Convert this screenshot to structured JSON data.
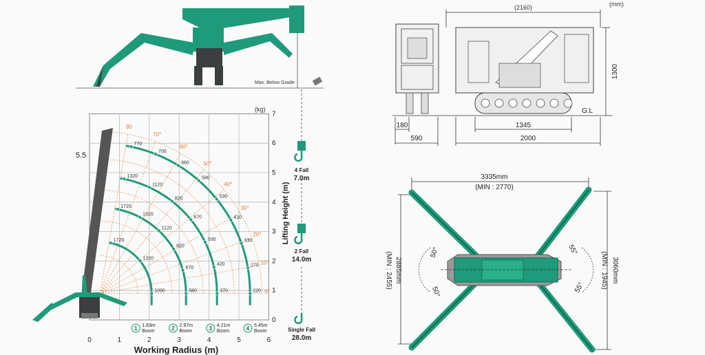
{
  "colors": {
    "crane": "#1f9a7a",
    "angle": "#e39257",
    "dark": "#3b3f3f"
  },
  "top_view_label": "Max. Below Grade",
  "chart": {
    "unit_kg": "(kg)",
    "boom_tip_height": "5.5",
    "x_title": "Working Radius (m)",
    "y_title": "Lifting Height (m)",
    "x_ticks": [
      "0",
      "1",
      "2",
      "3",
      "4",
      "5",
      "6"
    ],
    "y_ticks": [
      "0",
      "1",
      "2",
      "3",
      "4",
      "5",
      "6",
      "7"
    ],
    "angle_labels": [
      "0°",
      "10°",
      "20°",
      "30°",
      "40°",
      "50°",
      "60°",
      "70°",
      "80"
    ],
    "boom_legend": [
      {
        "num": "1",
        "text": "1.83m",
        "sub": "Boom"
      },
      {
        "num": "2",
        "text": "2.97m",
        "sub": "Boom"
      },
      {
        "num": "3",
        "text": "4.21m",
        "sub": "Boom"
      },
      {
        "num": "4",
        "text": "5.45m",
        "sub": "Boom"
      }
    ],
    "loads": {
      "b1": [
        "1720",
        "1320",
        "1090"
      ],
      "b2": [
        "1720",
        "1320",
        "1120",
        "820",
        "670",
        "580"
      ],
      "b3": [
        "1320",
        "1120",
        "820",
        "670",
        "530",
        "420",
        "370"
      ],
      "b4": [
        "770",
        "700",
        "660",
        "580",
        "530",
        "410",
        "330",
        "270",
        "220"
      ]
    }
  },
  "hook": [
    {
      "label": "4 Fall",
      "value": "7.0m"
    },
    {
      "label": "2 Fall",
      "value": "14.0m"
    },
    {
      "label": "Single Fall",
      "value": "28.0m"
    }
  ],
  "side_view": {
    "unit": "(mm)",
    "overall_len": "(2160)",
    "height": "1300",
    "ground": "G.L",
    "d180": "180",
    "d590": "590",
    "d1345": "1345",
    "d2000": "2000"
  },
  "outrigger": {
    "width": "3335mm",
    "width_min": "(MIN : 2770)",
    "left_h": "2885mm",
    "left_min": "(MIN : 2455)",
    "right_h": "3060mm",
    "right_min": "(MIN : 1945)",
    "ang_l1": "50°",
    "ang_l2": "50°",
    "ang_r1": "55°",
    "ang_r2": "55°"
  }
}
